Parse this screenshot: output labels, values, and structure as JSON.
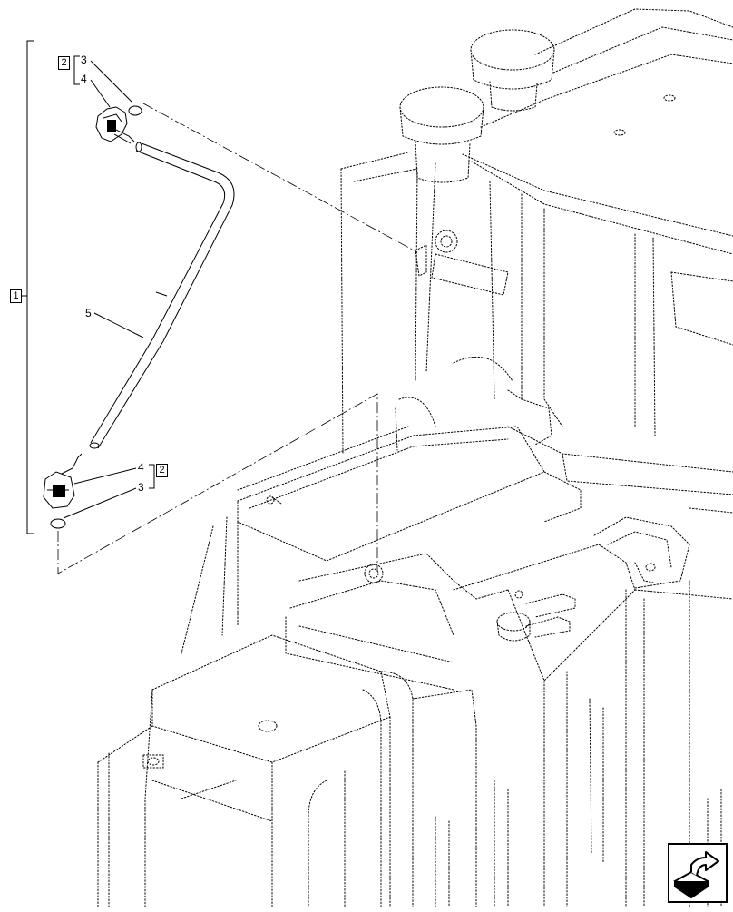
{
  "callouts": {
    "assembly": "1",
    "kit_top": "2",
    "kit_bottom": "2",
    "oring_top": "3",
    "connector_top": "4",
    "hose": "5",
    "connector_bottom": "4",
    "oring_bottom": "3"
  },
  "colors": {
    "line": "#000000",
    "background": "#ffffff"
  },
  "nav": {
    "icon": "next-page-arrow-icon"
  }
}
